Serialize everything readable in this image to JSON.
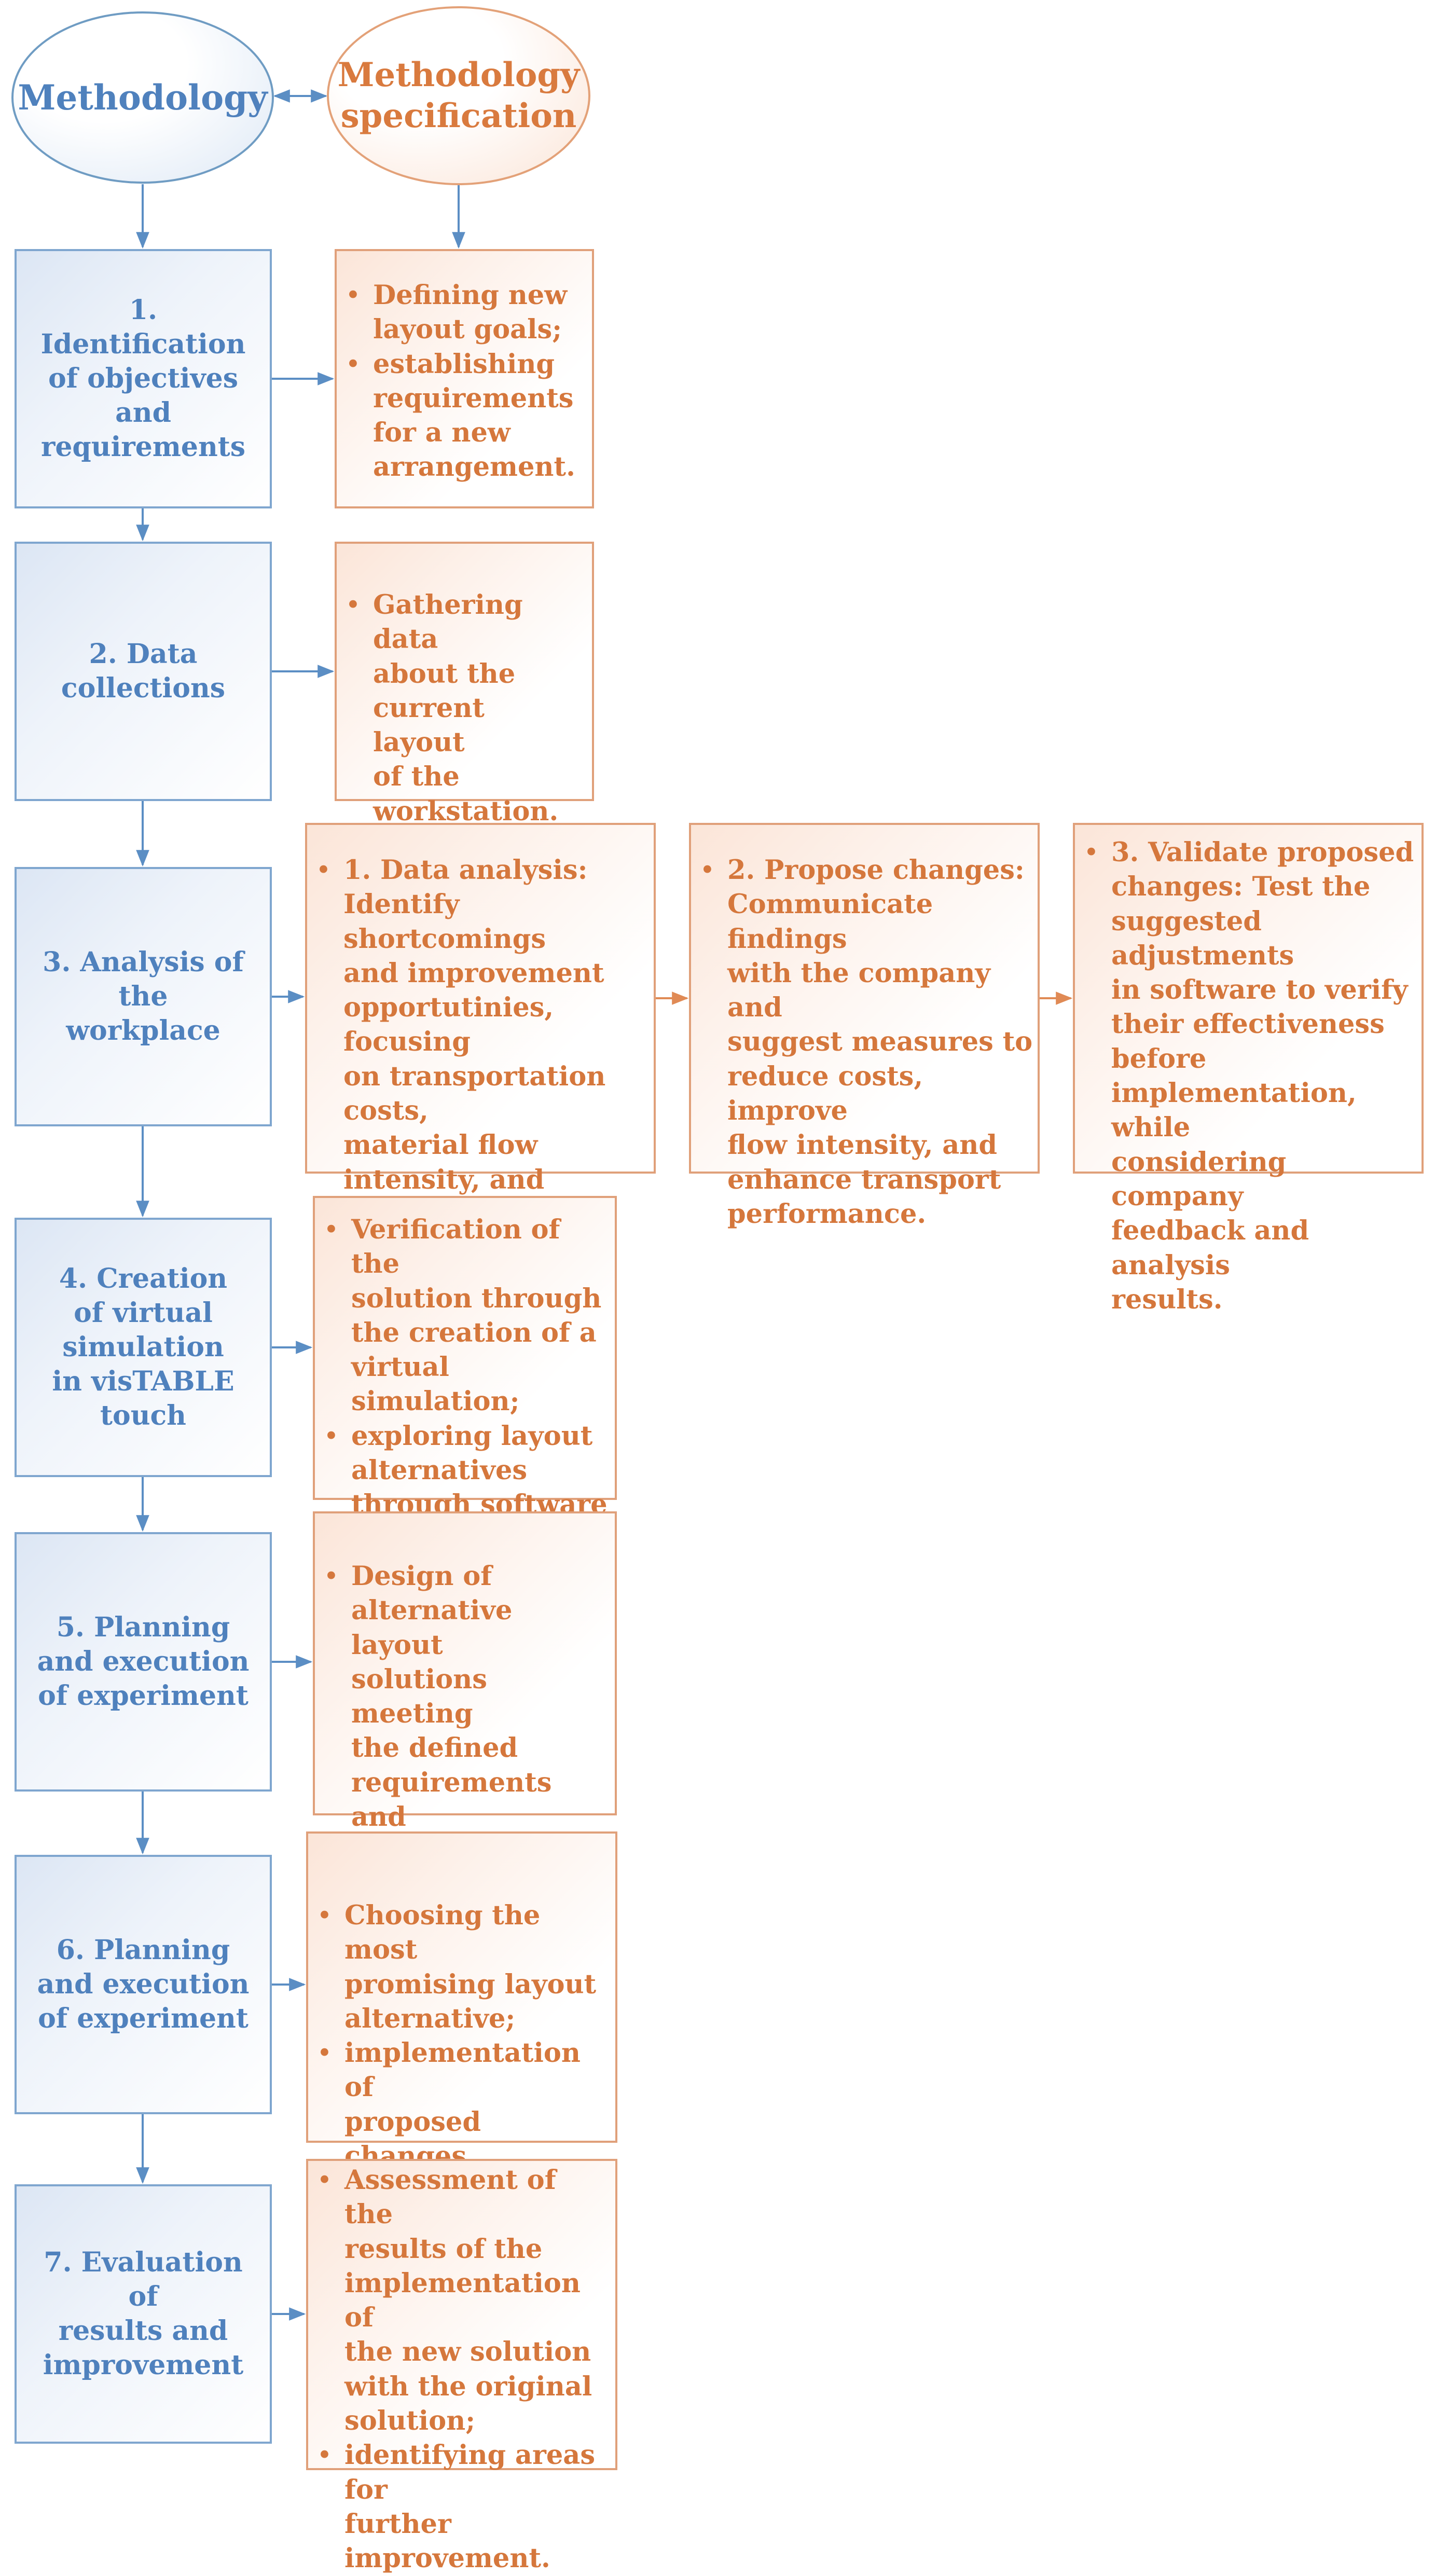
{
  "header": {
    "methodology": "Methodology",
    "specification": "Methodology\nspecification"
  },
  "colors": {
    "blue_text": "#4f81bd",
    "blue_border": "#7fa6cf",
    "orange_text": "#d5773c",
    "orange_border": "#e0a07a"
  },
  "steps": [
    {
      "label": "1. Identification\nof objectives\nand requirements"
    },
    {
      "label": "2. Data collections"
    },
    {
      "label": "3. Analysis of the\nworkplace"
    },
    {
      "label": "4. Creation\nof virtual\nsimulation\nin visTABLE\ntouch"
    },
    {
      "label": "5. Planning\nand execution\nof experiment"
    },
    {
      "label": "6. Planning\nand execution\nof experiment"
    },
    {
      "label": "7. Evaluation of\nresults and\nimprovement"
    }
  ],
  "specs": [
    {
      "bullets": [
        "Defining new\nlayout goals;",
        "establishing\nrequirements\nfor a new\narrangement."
      ]
    },
    {
      "bullets": [
        "Gathering data\nabout the\ncurrent layout\nof the\nworkstation."
      ]
    },
    {
      "bullets": [
        "1. Data analysis:\nIdentify shortcomings\nand improvement\nopportutinies, focusing\non transportation costs,\nmaterial flow\nintensity, and\ntransport performance."
      ]
    },
    {
      "bullets": [
        "2. Propose changes:\nCommunicate findings\nwith the company and\nsuggest measures to\nreduce costs, improve\nflow intensity, and\nenhance transport\nperformance."
      ]
    },
    {
      "bullets": [
        "3. Validate proposed\nchanges: Test the\nsuggested adjustments\nin software to verify\ntheir effectiveness\nbefore\nimplementation, while\nconsidering company\nfeedback and analysis\nresults."
      ]
    },
    {
      "bullets": [
        "Verification of the\nsolution through\nthe creation of a\nvirtual simulation;",
        "exploring layout\nalternatives\nthrough software\ntools and features."
      ]
    },
    {
      "bullets": [
        "Design of\nalternative layout\nsolutions meeting\nthe defined\nrequirements and\ngoals."
      ]
    },
    {
      "bullets": [
        "Choosing the most\npromising layout\nalternative;",
        "implementation of\nproposed changes."
      ]
    },
    {
      "bullets": [
        "Assessment of the\nresults of the\nimplementation of\nthe new solution\nwith the original\nsolution;",
        "identifying areas for\nfurther\nimprovement."
      ]
    }
  ],
  "bullet_symbol": "•"
}
